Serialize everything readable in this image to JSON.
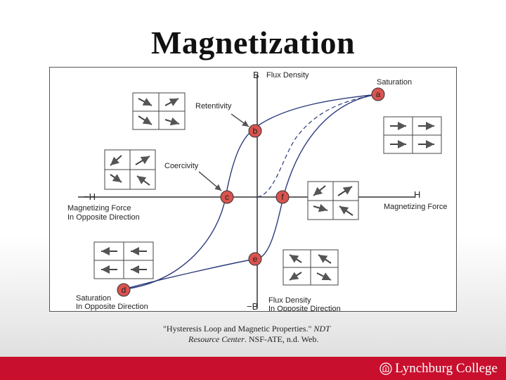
{
  "slide": {
    "title": "Magnetization"
  },
  "diagram": {
    "axis_labels": {
      "y_top": "B",
      "y_top_desc": "Flux Density",
      "y_bottom": "−B",
      "y_bottom_desc_1": "Flux Density",
      "y_bottom_desc_2": "In Opposite Direction",
      "x_right": "H",
      "x_right_desc": "Magnetizing Force",
      "x_left": "−H",
      "x_left_desc_1": "Magnetizing Force",
      "x_left_desc_2": "In Opposite Direction"
    },
    "annotations": {
      "saturation": "Saturation",
      "retentivity": "Retentivity",
      "coercivity": "Coercivity",
      "saturation_opposite_1": "Saturation",
      "saturation_opposite_2": "In Opposite Direction"
    },
    "points": [
      "a",
      "b",
      "c",
      "d",
      "e",
      "f"
    ],
    "curve_color": "#2b3a7a",
    "point_fill": "#d9534f"
  },
  "citation": {
    "line1_plain": "\"Hysteresis Loop and Magnetic Properties.\" ",
    "line1_italic": "NDT",
    "line2_italic": "Resource Center",
    "line2_plain": ". NSF-ATE, n.d. Web."
  },
  "footer": {
    "college_name": "Lynchburg College",
    "bar_color": "#c8102e"
  }
}
